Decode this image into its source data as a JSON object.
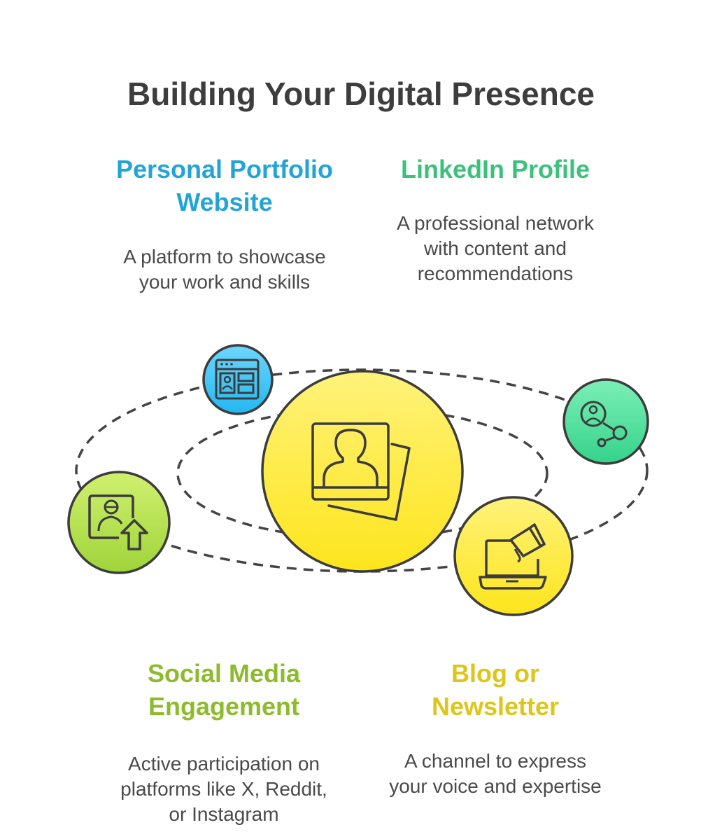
{
  "title": "Building Your Digital Presence",
  "items": [
    {
      "heading_line1": "Personal Portfolio",
      "heading_line2": "Website",
      "desc_line1": "A platform to showcase",
      "desc_line2": "your work and skills",
      "icon": "browser-window-icon",
      "color": "#22a5d6"
    },
    {
      "heading_line1": "LinkedIn Profile",
      "desc_line1": "A professional network",
      "desc_line2": "with content and",
      "desc_line3": "recommendations",
      "icon": "network-user-icon",
      "color": "#3cc17c"
    },
    {
      "heading_line1": "Social Media",
      "heading_line2": "Engagement",
      "desc_line1": "Active participation on",
      "desc_line2": "platforms like X, Reddit,",
      "desc_line3": "or Instagram",
      "icon": "user-upload-icon",
      "color": "#8dbb2d"
    },
    {
      "heading_line1": "Blog or",
      "heading_line2": "Newsletter",
      "desc_line1": "A channel to express",
      "desc_line2": "your voice and expertise",
      "icon": "laptop-megaphone-icon",
      "color": "#dcc61a"
    }
  ],
  "center_icon": "profile-photo-icon"
}
